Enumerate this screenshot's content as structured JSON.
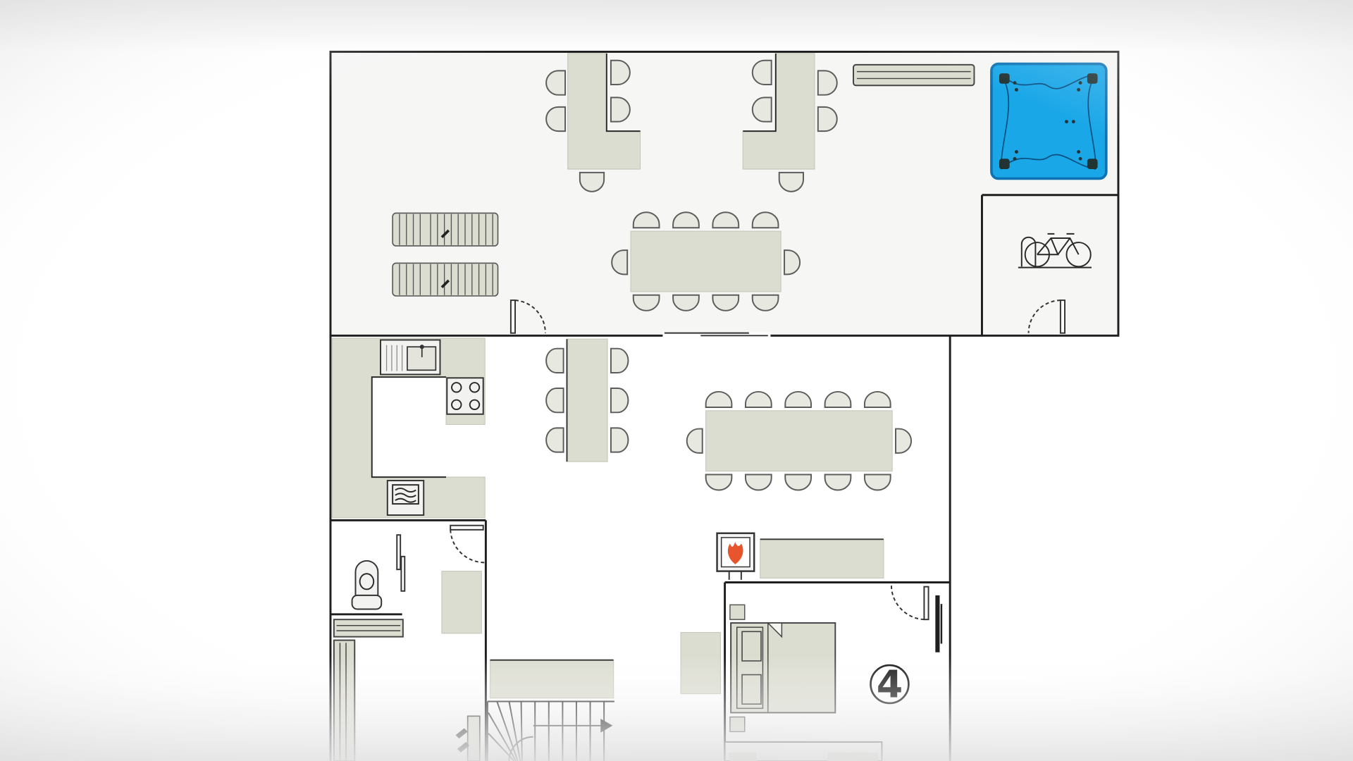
{
  "diagram": {
    "kind": "floor-plan",
    "colors": {
      "background": "#ffffff",
      "wall": "#1f1f1f",
      "furniture": "#dcddd1",
      "hot_tub": "#1aa7e8",
      "fireplace": "#e8542b"
    },
    "room_labels": [
      {
        "id": "bedroom-4",
        "text": "4"
      }
    ],
    "icons": [
      "hot-tub-icon",
      "bike-rack-icon",
      "bicycle-icon",
      "fireplace-icon",
      "toilet-icon",
      "sink-icon",
      "stove-icon",
      "oven-icon",
      "staircase-icon",
      "sun-lounger-icon",
      "radiator-icon",
      "bed-icon"
    ]
  }
}
